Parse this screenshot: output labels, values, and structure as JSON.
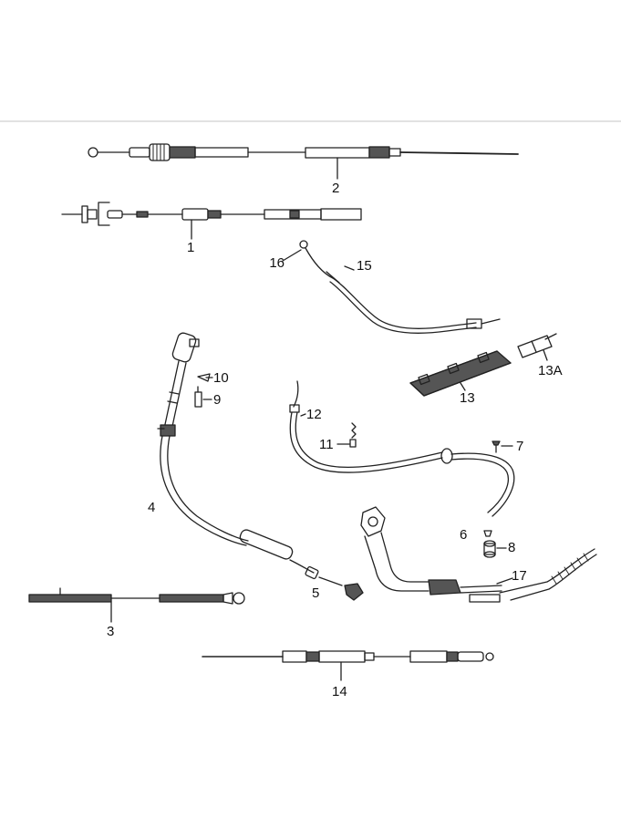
{
  "diagram": {
    "colors": {
      "line": "#222222",
      "shade": "#555555",
      "separator": "#d8d8d8",
      "background": "#ffffff"
    },
    "parts": [
      {
        "id": "1",
        "label": "1",
        "kind": "control cable"
      },
      {
        "id": "2",
        "label": "2",
        "kind": "control cable"
      },
      {
        "id": "3",
        "label": "3",
        "kind": "cable"
      },
      {
        "id": "4",
        "label": "4",
        "kind": "handle cable"
      },
      {
        "id": "5",
        "label": "5",
        "kind": "end fitting"
      },
      {
        "id": "6",
        "label": "6",
        "kind": "clip"
      },
      {
        "id": "7",
        "label": "7",
        "kind": "screw"
      },
      {
        "id": "8",
        "label": "8",
        "kind": "ferrule"
      },
      {
        "id": "9",
        "label": "9",
        "kind": "pin"
      },
      {
        "id": "10",
        "label": "10",
        "kind": "clip"
      },
      {
        "id": "11",
        "label": "11",
        "kind": "spring"
      },
      {
        "id": "12",
        "label": "12",
        "kind": "nut"
      },
      {
        "id": "13",
        "label": "13",
        "kind": "cable guide"
      },
      {
        "id": "13A",
        "label": "13A",
        "kind": "guide sleeve"
      },
      {
        "id": "14",
        "label": "14",
        "kind": "control cable"
      },
      {
        "id": "15",
        "label": "15",
        "kind": "cable"
      },
      {
        "id": "16",
        "label": "16",
        "kind": "end fitting"
      },
      {
        "id": "17",
        "label": "17",
        "kind": "lever cable"
      }
    ]
  }
}
